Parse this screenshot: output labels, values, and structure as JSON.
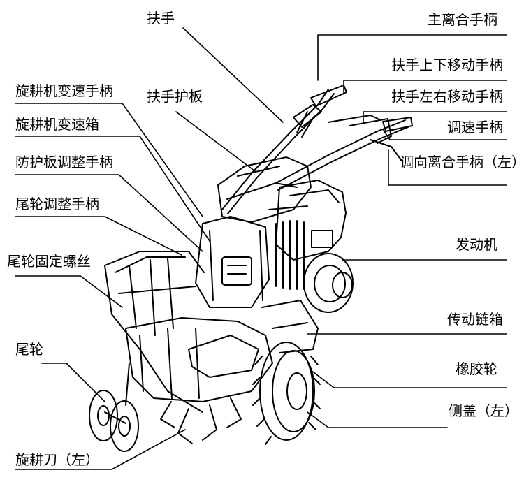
{
  "diagram": {
    "labels": {
      "handlebar": "扶手",
      "main_clutch_lever": "主离合手柄",
      "handlebar_updown_lever": "扶手上下移动手柄",
      "handlebar_leftright_lever": "扶手左右移动手柄",
      "speed_lever": "调速手柄",
      "steering_clutch_lever_left": "调向离合手柄（左）",
      "engine": "发动机",
      "drive_chain_case": "传动链箱",
      "rubber_wheel": "橡胶轮",
      "side_cover_left": "侧盖（左）",
      "rotary_gear_lever": "旋耕机变速手柄",
      "handlebar_guard": "扶手护板",
      "rotary_gearbox": "旋耕机变速箱",
      "guard_adjust_lever": "防护板调整手柄",
      "tail_wheel_adjust_lever": "尾轮调整手柄",
      "tail_wheel_fixing_screw": "尾轮固定螺丝",
      "tail_wheel": "尾轮",
      "rotary_blade_left": "旋耕刀（左）"
    }
  }
}
